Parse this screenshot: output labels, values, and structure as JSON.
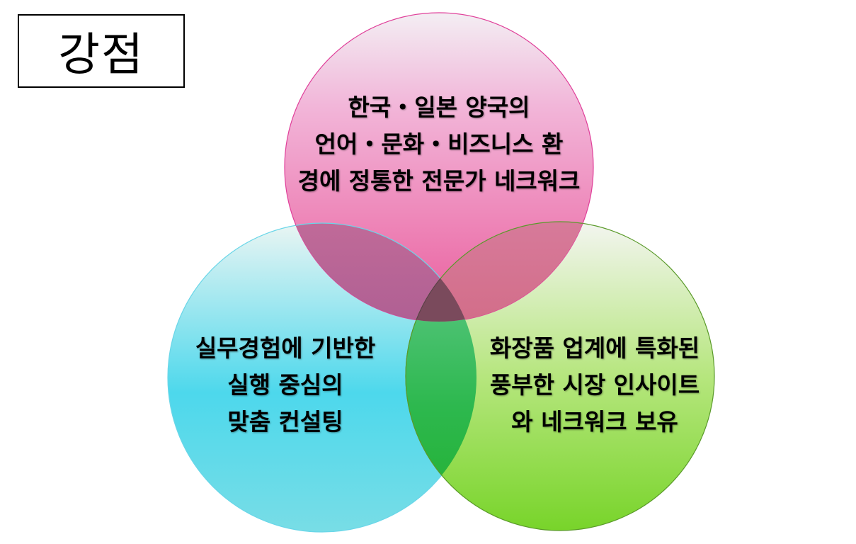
{
  "title": "강점",
  "colors": {
    "pink": "#ee8bbd",
    "pink_top": "#f2eef2",
    "cyan": "#4dd8ec",
    "cyan_top": "#e6f5f4",
    "green": "#80d834",
    "green_top": "#f2f5ee",
    "center_overlap": "#7a4a5a"
  },
  "circles": [
    {
      "id": "top",
      "color": "pink",
      "lines": [
        "한국・일본 양국의",
        "언어・문화・비즈니스 환",
        "경에 정통한 전문가 네크워크"
      ]
    },
    {
      "id": "left",
      "color": "cyan",
      "lines": [
        "실무경험에 기반한",
        "실행 중심의",
        "맞춤 컨설팅"
      ]
    },
    {
      "id": "right",
      "color": "green",
      "lines": [
        "화장품 업계에 특화된",
        "풍부한 시장 인사이트",
        "와 네크워크 보유"
      ]
    }
  ]
}
